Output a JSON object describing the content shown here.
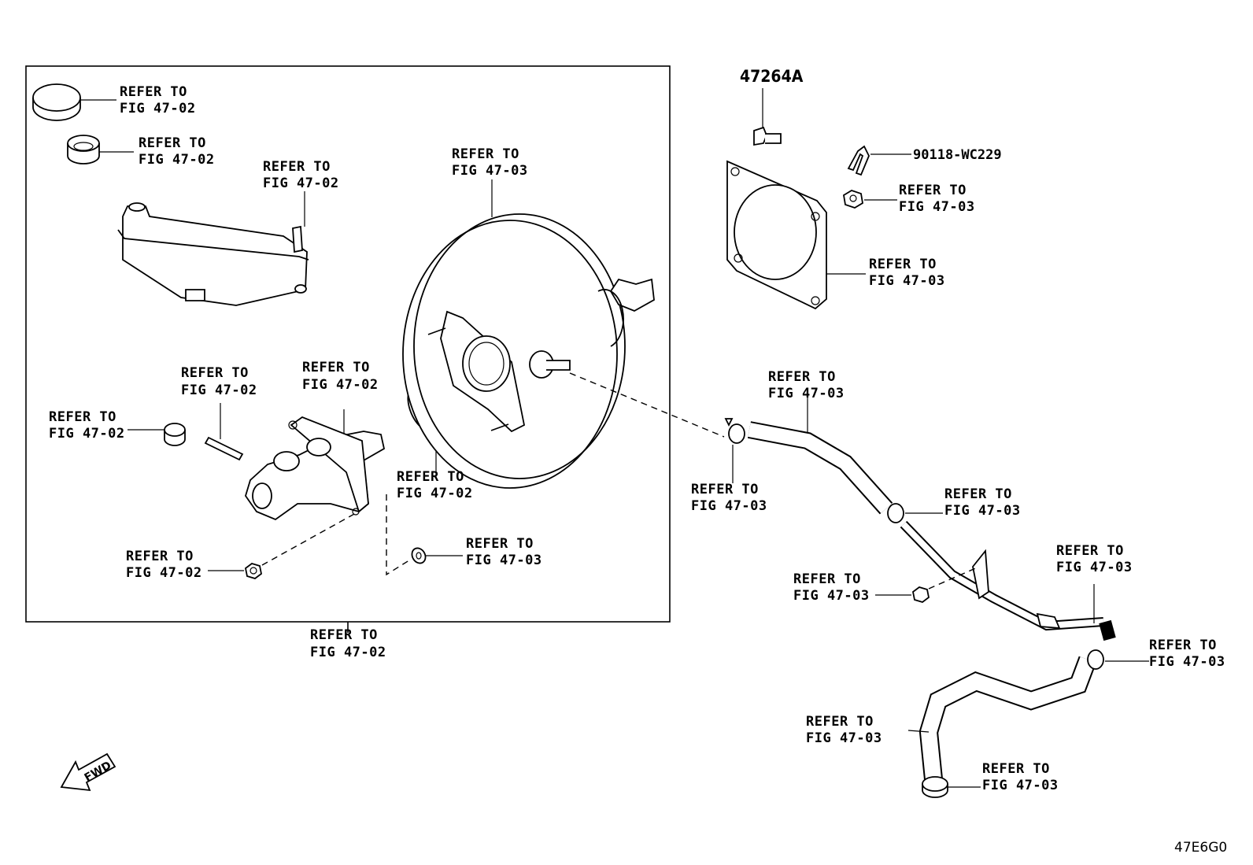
{
  "diagram": {
    "illustration_code": "47E6G0",
    "fwd_label": "FWD",
    "part_numbers": {
      "bolt": "47264A",
      "clip": "90118-WC229"
    },
    "callouts": [
      {
        "id": "c1",
        "line1": "REFER TO",
        "line2": "FIG 47-02"
      },
      {
        "id": "c2",
        "line1": "REFER TO",
        "line2": "FIG 47-02"
      },
      {
        "id": "c3",
        "line1": "REFER TO",
        "line2": "FIG 47-02"
      },
      {
        "id": "c4",
        "line1": "REFER TO",
        "line2": "FIG 47-03"
      },
      {
        "id": "c5",
        "line1": "REFER TO",
        "line2": "FIG 47-02"
      },
      {
        "id": "c6",
        "line1": "REFER TO",
        "line2": "FIG 47-02"
      },
      {
        "id": "c7",
        "line1": "REFER TO",
        "line2": "FIG 47-02"
      },
      {
        "id": "c8",
        "line1": "REFER TO",
        "line2": "FIG 47-02"
      },
      {
        "id": "c9",
        "line1": "REFER TO",
        "line2": "FIG 47-02"
      },
      {
        "id": "c10",
        "line1": "REFER TO",
        "line2": "FIG 47-03"
      },
      {
        "id": "c11",
        "line1": "REFER TO",
        "line2": "FIG 47-02"
      },
      {
        "id": "c12",
        "line1": "REFER TO",
        "line2": "FIG 47-03"
      },
      {
        "id": "c13",
        "line1": "REFER TO",
        "line2": "FIG 47-03"
      },
      {
        "id": "c14",
        "line1": "REFER TO",
        "line2": "FIG 47-03"
      },
      {
        "id": "c15",
        "line1": "REFER TO",
        "line2": "FIG 47-03"
      },
      {
        "id": "c16",
        "line1": "REFER TO",
        "line2": "FIG 47-03"
      },
      {
        "id": "c17",
        "line1": "REFER TO",
        "line2": "FIG 47-03"
      },
      {
        "id": "c18",
        "line1": "REFER TO",
        "line2": "FIG 47-03"
      },
      {
        "id": "c19",
        "line1": "REFER TO",
        "line2": "FIG 47-03"
      },
      {
        "id": "c20",
        "line1": "REFER TO",
        "line2": "FIG 47-03"
      },
      {
        "id": "c21",
        "line1": "REFER TO",
        "line2": "FIG 47-03"
      }
    ]
  }
}
